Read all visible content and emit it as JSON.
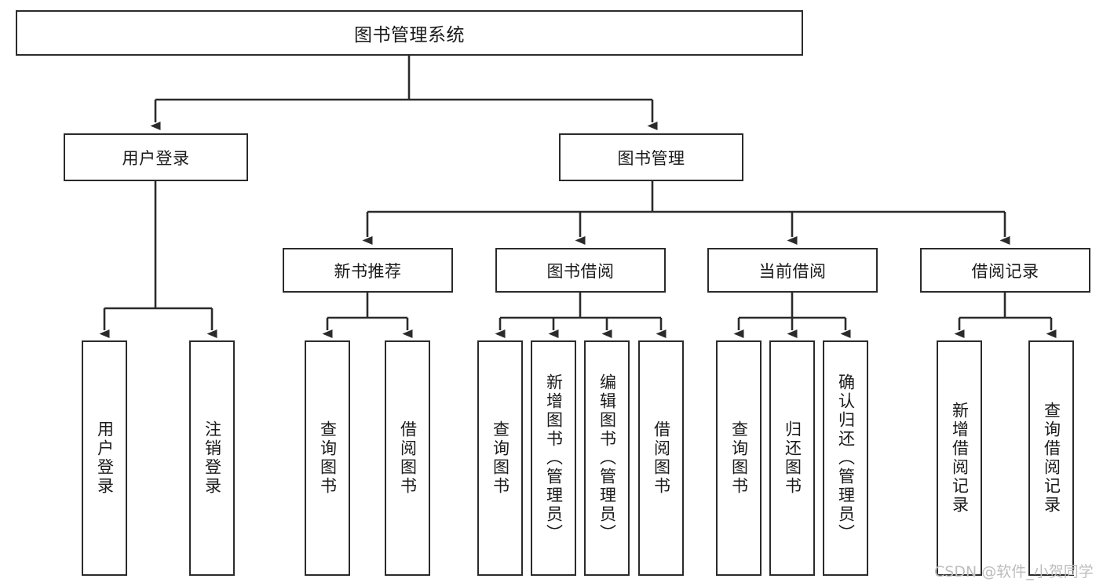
{
  "diagram": {
    "title": "图书管理系统",
    "type": "tree-hierarchy-diagram",
    "colors": {
      "box_border": "#2b2b2b",
      "box_fill": "#ffffff",
      "connector": "#2b2b2b",
      "watermark": "#bdbdbd",
      "background": "#ffffff"
    },
    "root": {
      "label": "图书管理系统"
    },
    "level2": [
      {
        "id": "user-login",
        "label": "用户登录"
      },
      {
        "id": "book-management",
        "label": "图书管理"
      }
    ],
    "level3": [
      {
        "id": "new-book-recommend",
        "label": "新书推荐"
      },
      {
        "id": "book-borrow",
        "label": "图书借阅"
      },
      {
        "id": "current-borrow",
        "label": "当前借阅"
      },
      {
        "id": "borrow-record",
        "label": "借阅记录"
      }
    ],
    "leaves": {
      "user_login": [
        {
          "id": "leaf-user-login",
          "label": "用户登录"
        },
        {
          "id": "leaf-logout",
          "label": "注销登录"
        }
      ],
      "new_book_recommend": [
        {
          "id": "leaf-query-book-1",
          "label": "查询图书"
        },
        {
          "id": "leaf-borrow-book-1",
          "label": "借阅图书"
        }
      ],
      "book_borrow": [
        {
          "id": "leaf-query-book-2",
          "label": "查询图书"
        },
        {
          "id": "leaf-add-book",
          "label": "新增图书（管理员）"
        },
        {
          "id": "leaf-edit-book",
          "label": "编辑图书（管理员）"
        },
        {
          "id": "leaf-borrow-book-2",
          "label": "借阅图书"
        }
      ],
      "current_borrow": [
        {
          "id": "leaf-query-book-3",
          "label": "查询图书"
        },
        {
          "id": "leaf-return-book",
          "label": "归还图书"
        },
        {
          "id": "leaf-confirm-return",
          "label": "确认归还（管理员）"
        }
      ],
      "borrow_record": [
        {
          "id": "leaf-add-record",
          "label": "新增借阅记录"
        },
        {
          "id": "leaf-query-record",
          "label": "查询借阅记录"
        }
      ]
    }
  },
  "watermark": {
    "text": "CSDN @软件_小贺同学"
  }
}
